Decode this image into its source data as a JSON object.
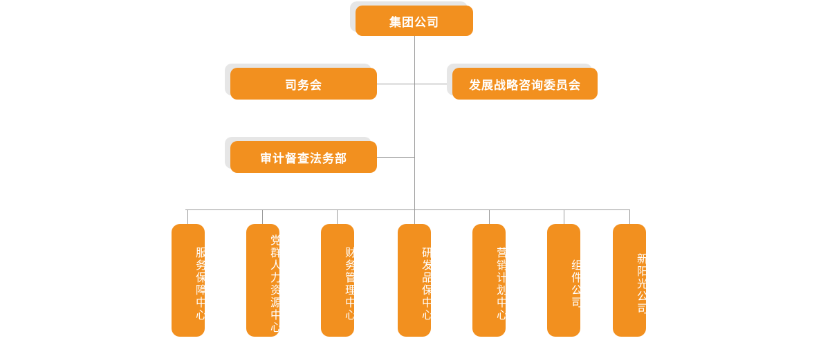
{
  "chart_title": "",
  "colors": {
    "node_fill": "#F2901F",
    "node_text": "#FFFFFF",
    "shadow": "#E6E6E6",
    "connector": "#9A9A9A",
    "background": "#FFFFFF"
  },
  "levels": {
    "level1": {
      "nodes": [
        {
          "id": "group-company",
          "label": "集团公司"
        }
      ]
    },
    "level2": {
      "nodes": [
        {
          "id": "affairs-council",
          "label": "司务会"
        },
        {
          "id": "dev-strategy-advisory-committee",
          "label": "发展战略咨询委员会"
        }
      ]
    },
    "level3": {
      "nodes": [
        {
          "id": "audit-supervision-legal-dept",
          "label": "审计督查法务部"
        }
      ]
    },
    "level4": {
      "nodes": [
        {
          "id": "service-support-center",
          "label": "服务保障中心"
        },
        {
          "id": "party-hr-center",
          "label": "党群人力资源中心"
        },
        {
          "id": "finance-management-center",
          "label": "财务管理中心"
        },
        {
          "id": "rd-quality-center",
          "label": "研发品保中心"
        },
        {
          "id": "marketing-planning-center",
          "label": "营销计划中心"
        },
        {
          "id": "module-company",
          "label": "组件公司"
        },
        {
          "id": "new-sunshine-company",
          "label": "新阳光公司"
        }
      ]
    }
  }
}
